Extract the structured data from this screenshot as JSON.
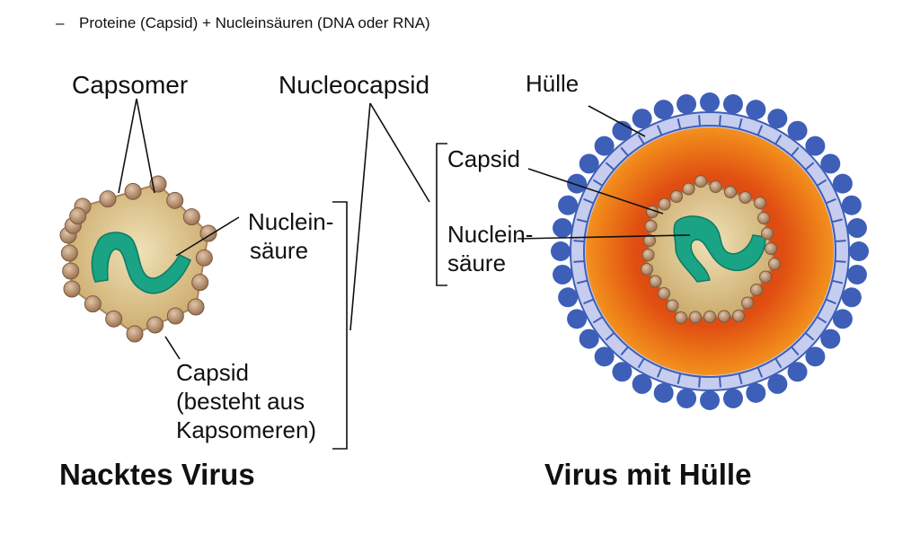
{
  "bullet": {
    "marker": "–",
    "text": "Proteine (Capsid) + Nucleinsäuren (DNA oder RNA)"
  },
  "diagram": {
    "labels": {
      "capsomer": "Capsomer",
      "nucleocapsid": "Nucleocapsid",
      "huelle": "Hülle",
      "capsid_right": "Capsid",
      "nuclein_left_1": "Nuclein-",
      "nuclein_left_2": "säure",
      "nuclein_right_1": "Nuclein-",
      "nuclein_right_2": "säure",
      "capsid_left_1": "Capsid",
      "capsid_left_2": "(besteht aus",
      "capsid_left_3": "Kapsomeren)"
    },
    "titles": {
      "naked": "Nacktes Virus",
      "enveloped": "Virus mit Hülle"
    },
    "colors": {
      "capsomer_fill": "#b08868",
      "capsid_fill": "#d9bf86",
      "nucleic_acid": "#1aa384",
      "envelope": "#c7cdef",
      "spike": "#3e5fb8",
      "interior_outer": "#f08a18",
      "interior_inner": "#d83a10"
    }
  }
}
